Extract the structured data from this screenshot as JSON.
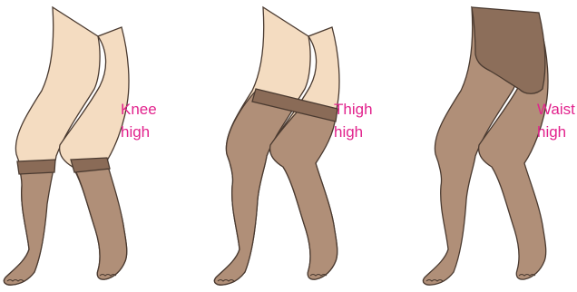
{
  "colors": {
    "skin": "#f4dcc1",
    "stocking": "#b08f78",
    "band": "#8a6b57",
    "brief": "#8c6e5a",
    "outline": "#4a3a30",
    "label": "#e2238d"
  },
  "panels": [
    {
      "id": "knee",
      "line1": "Knee",
      "line2": "high"
    },
    {
      "id": "thigh",
      "line1": "Thigh",
      "line2": "high"
    },
    {
      "id": "waist",
      "line1": "Waist",
      "line2": "high"
    }
  ]
}
